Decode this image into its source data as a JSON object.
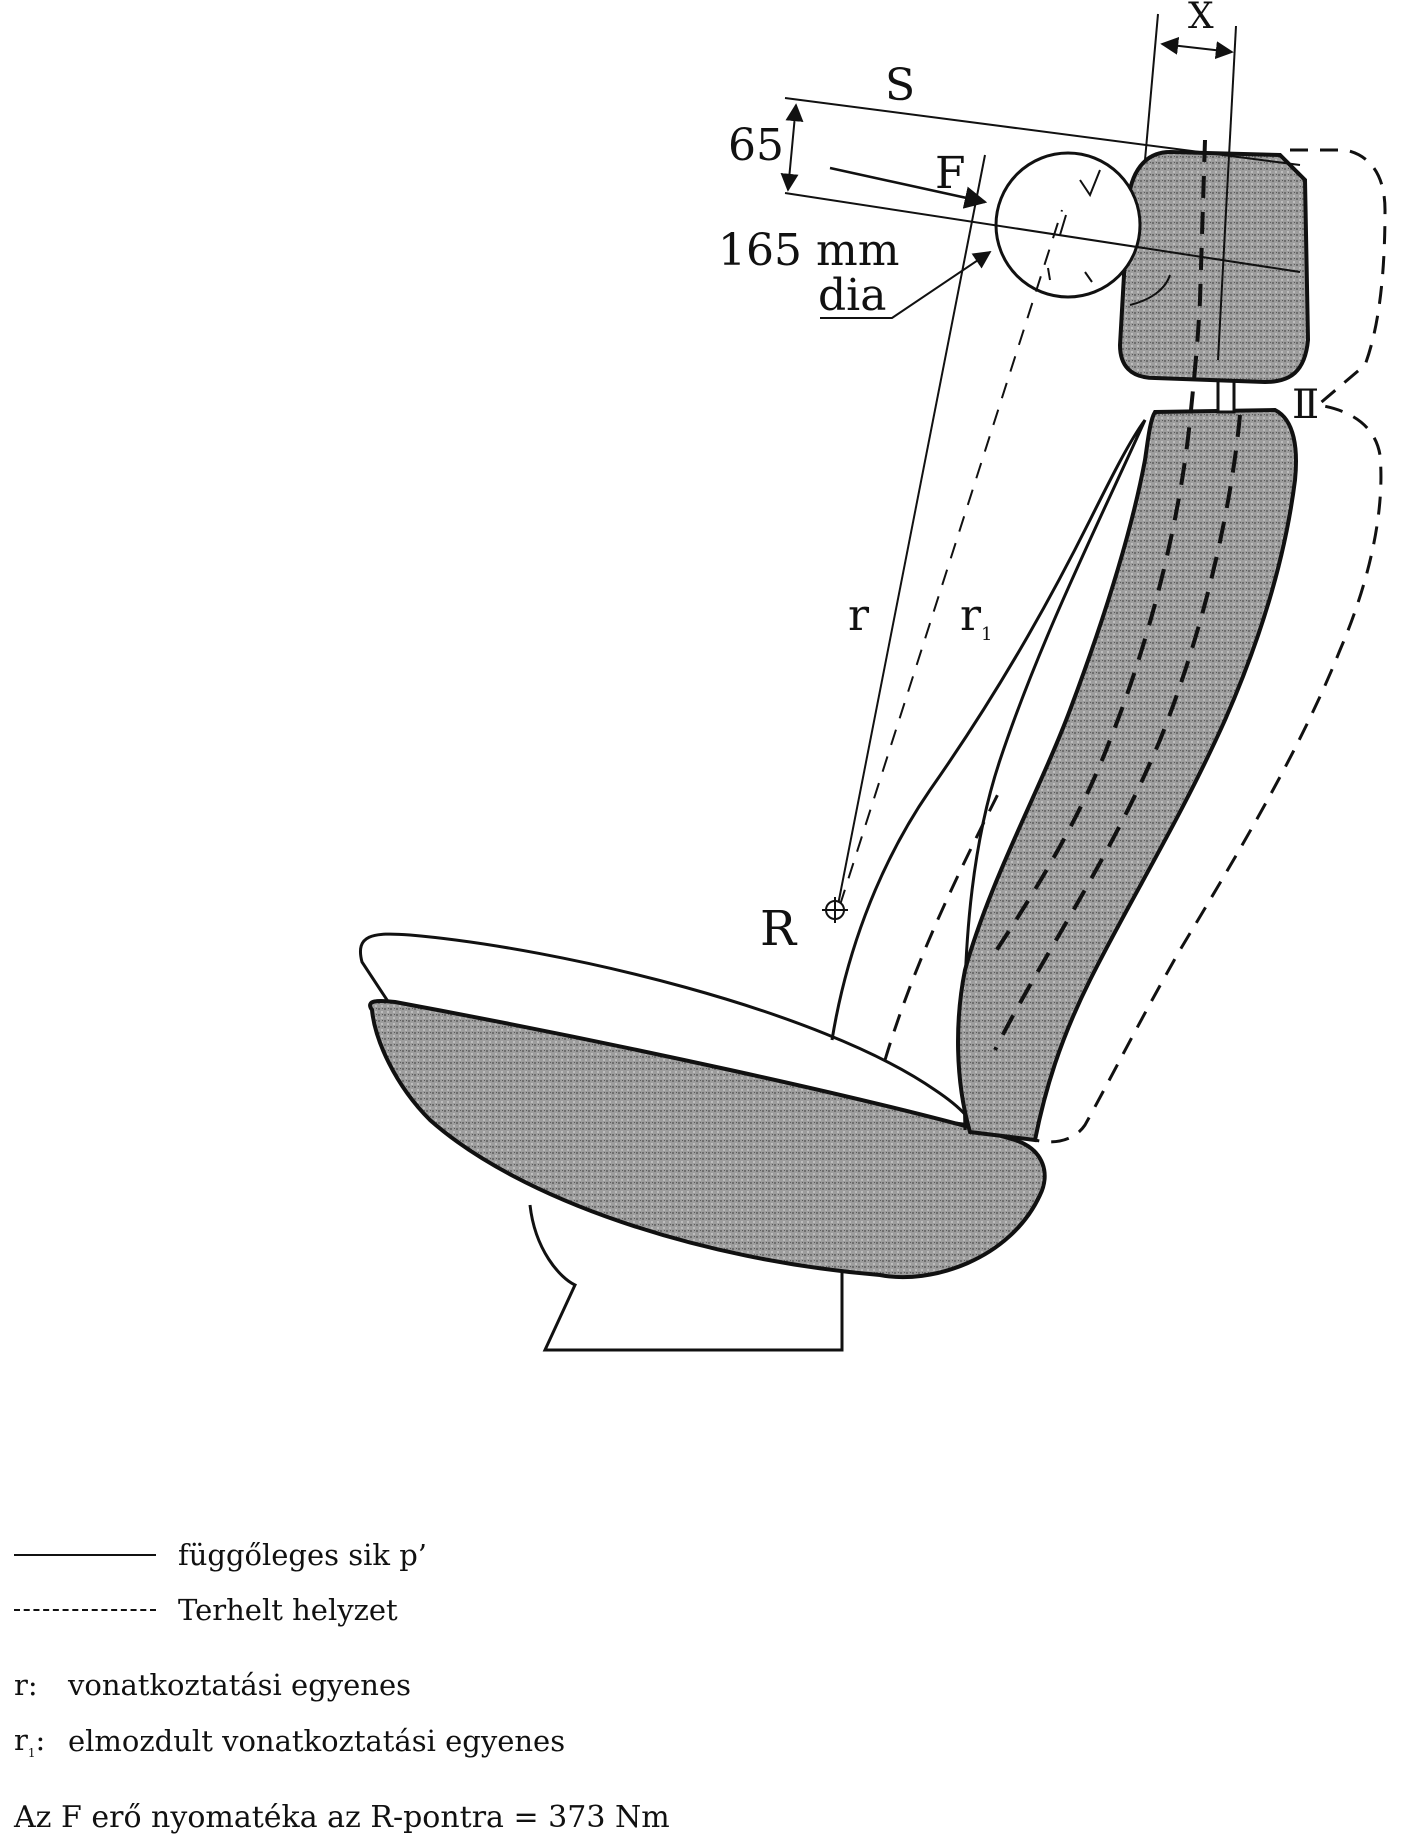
{
  "labels": {
    "x": "X",
    "s": "S",
    "d65": "65",
    "f": "F",
    "diameter_line1": "165 mm",
    "diameter_line2": "dia",
    "r": "r",
    "r1_base": "r",
    "r1_sub": "1",
    "R": "R",
    "headrest_mark": "Ⅱ"
  },
  "legend": {
    "solid": "függőleges sik p’",
    "dashed": "Terhelt helyzet",
    "r_key": "r:",
    "r_text": "vonatkoztatási egyenes",
    "r1_key_base": "r",
    "r1_key_sub": "1",
    "r1_key_colon": ":",
    "r1_text": "elmozdult vonatkoztatási egyenes"
  },
  "note": "Az F erő nyomatéka az R-pontra = 373 Nm",
  "colors": {
    "ink": "#111111",
    "upholstery": "#9a9a9a",
    "background": "#ffffff"
  }
}
